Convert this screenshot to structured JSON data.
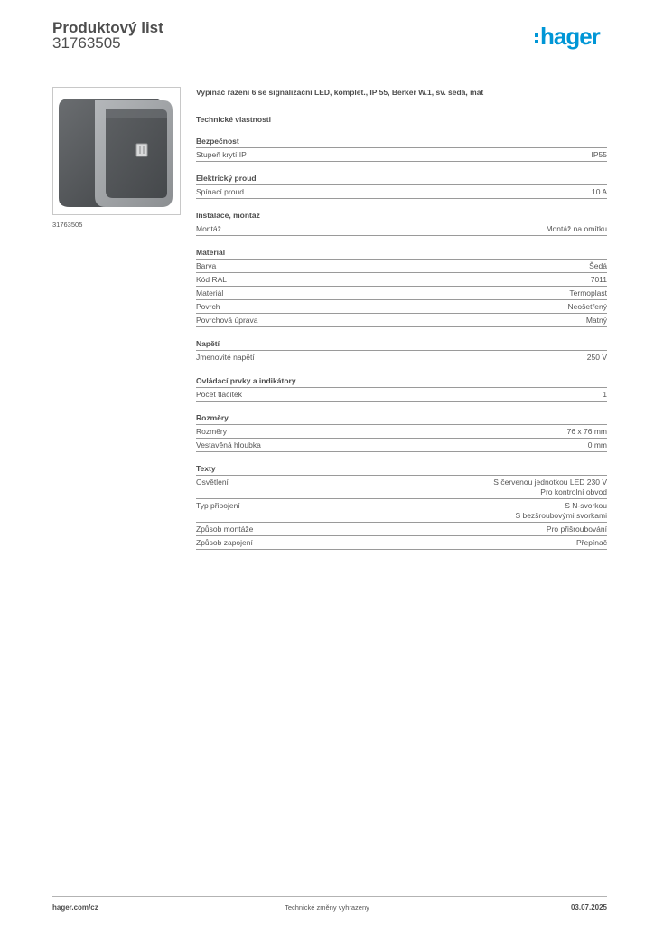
{
  "header": {
    "title": "Produktový list",
    "code": "31763505",
    "logo_text": "hager",
    "logo_color": "#0096d6"
  },
  "product": {
    "image_icon": "wall-switch-product-photo",
    "image_caption": "31763505",
    "description": "Vypínač řazení 6 se signalizační LED, komplet., IP 55, Berker W.1, sv. šedá, mat",
    "section_title": "Technické vlastnosti"
  },
  "groups": [
    {
      "title": "Bezpečnost",
      "rows": [
        {
          "label": "Stupeň krytí IP",
          "value": "IP55"
        }
      ]
    },
    {
      "title": "Elektrický proud",
      "rows": [
        {
          "label": "Spínací proud",
          "value": "10 A"
        }
      ]
    },
    {
      "title": "Instalace, montáž",
      "rows": [
        {
          "label": "Montáž",
          "value": "Montáž na omítku"
        }
      ]
    },
    {
      "title": "Materiál",
      "rows": [
        {
          "label": "Barva",
          "value": "Šedá"
        },
        {
          "label": "Kód RAL",
          "value": "7011"
        },
        {
          "label": "Materiál",
          "value": "Termoplast"
        },
        {
          "label": "Povrch",
          "value": "Neošetřený"
        },
        {
          "label": "Povrchová úprava",
          "value": "Matný"
        }
      ]
    },
    {
      "title": "Napětí",
      "rows": [
        {
          "label": "Jmenovité napětí",
          "value": "250 V"
        }
      ]
    },
    {
      "title": "Ovládací prvky a indikátory",
      "rows": [
        {
          "label": "Počet tlačítek",
          "value": "1"
        }
      ]
    },
    {
      "title": "Rozměry",
      "rows": [
        {
          "label": "Rozměry",
          "value": "76 x 76 mm"
        },
        {
          "label": "Vestavěná hloubka",
          "value": "0 mm"
        }
      ]
    },
    {
      "title": "Texty",
      "rows": [
        {
          "label": "Osvětlení",
          "value": "S červenou jednotkou LED 230 V\nPro kontrolní obvod"
        },
        {
          "label": "Typ připojení",
          "value": "S N-svorkou\nS bezšroubovými svorkami"
        },
        {
          "label": "Způsob montáže",
          "value": "Pro přišroubování"
        },
        {
          "label": "Způsob zapojení",
          "value": "Přepínač"
        }
      ]
    }
  ],
  "footer": {
    "website": "hager.com/cz",
    "notice": "Technické změny vyhrazeny",
    "date": "03.07.2025"
  }
}
